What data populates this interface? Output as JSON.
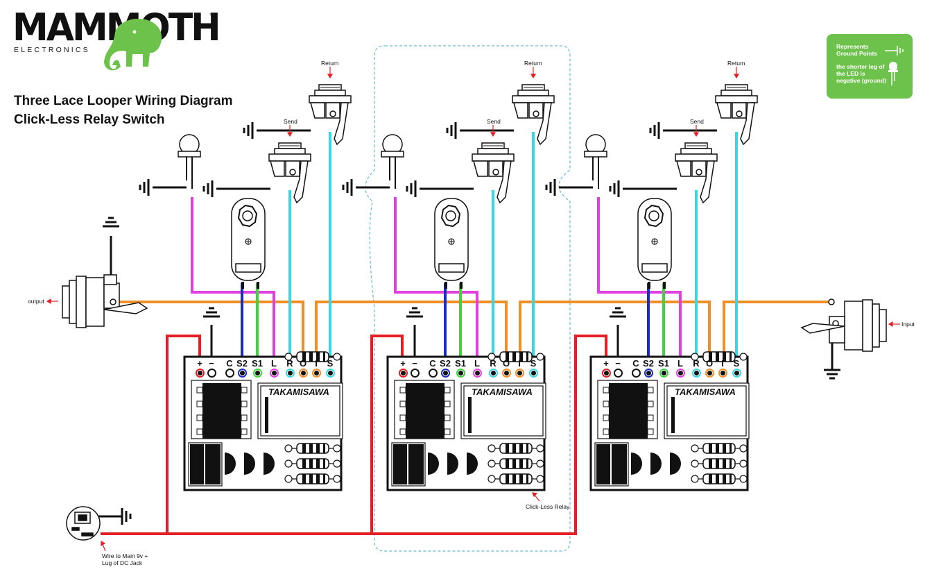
{
  "brand": {
    "name": "MAMMOTH",
    "subtitle": "ELECTRONICS",
    "trademark": "™",
    "accent_color": "#6dc24b"
  },
  "title": {
    "line1": "Three Lace Looper Wiring Diagram",
    "line2": "Click-Less Relay Switch"
  },
  "legend": {
    "ground_text": "Represents Ground Points",
    "led_text": "the shorter leg of the LED is negative (ground)"
  },
  "labels": {
    "output": "output",
    "input": "Input",
    "send": "Send",
    "return": "Return",
    "relay": "Click-Less Relay",
    "dc_line1": "Wire to Main 9v +",
    "dc_line2": "Lug of DC Jack"
  },
  "relay_board": {
    "brand": "TAKAMISAWA",
    "pins": [
      "+",
      "−",
      "C",
      "S2",
      "S1",
      "L",
      "R",
      "O",
      "I",
      "S"
    ]
  },
  "wire_colors": {
    "power": "#e41e25",
    "audio": "#ef8f25",
    "loop": "#3bd6df",
    "led": "#e040e0",
    "switch_s2": "#1a2cc4",
    "switch_s1": "#3fd43f",
    "ground": "#111111"
  }
}
